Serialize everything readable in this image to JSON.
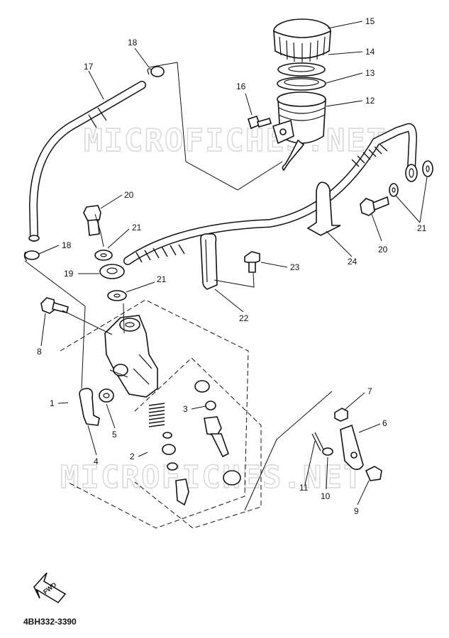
{
  "watermarks": [
    "MICROFICHES.NET",
    "MICROFICHES.NET"
  ],
  "callouts": {
    "c1": "1",
    "c2": "2",
    "c3": "3",
    "c4": "4",
    "c5": "5",
    "c6": "6",
    "c7": "7",
    "c8": "8",
    "c9": "9",
    "c10": "10",
    "c11": "11",
    "c12": "12",
    "c13": "13",
    "c14": "14",
    "c15": "15",
    "c16": "16",
    "c17": "17",
    "c18a": "18",
    "c18b": "18",
    "c19": "19",
    "c20a": "20",
    "c20b": "20",
    "c21a": "21",
    "c21b": "21",
    "c21c": "21",
    "c22": "22",
    "c23": "23",
    "c24": "24"
  },
  "fwd_label": "FWD",
  "diagram_code": "4BH332-3390"
}
